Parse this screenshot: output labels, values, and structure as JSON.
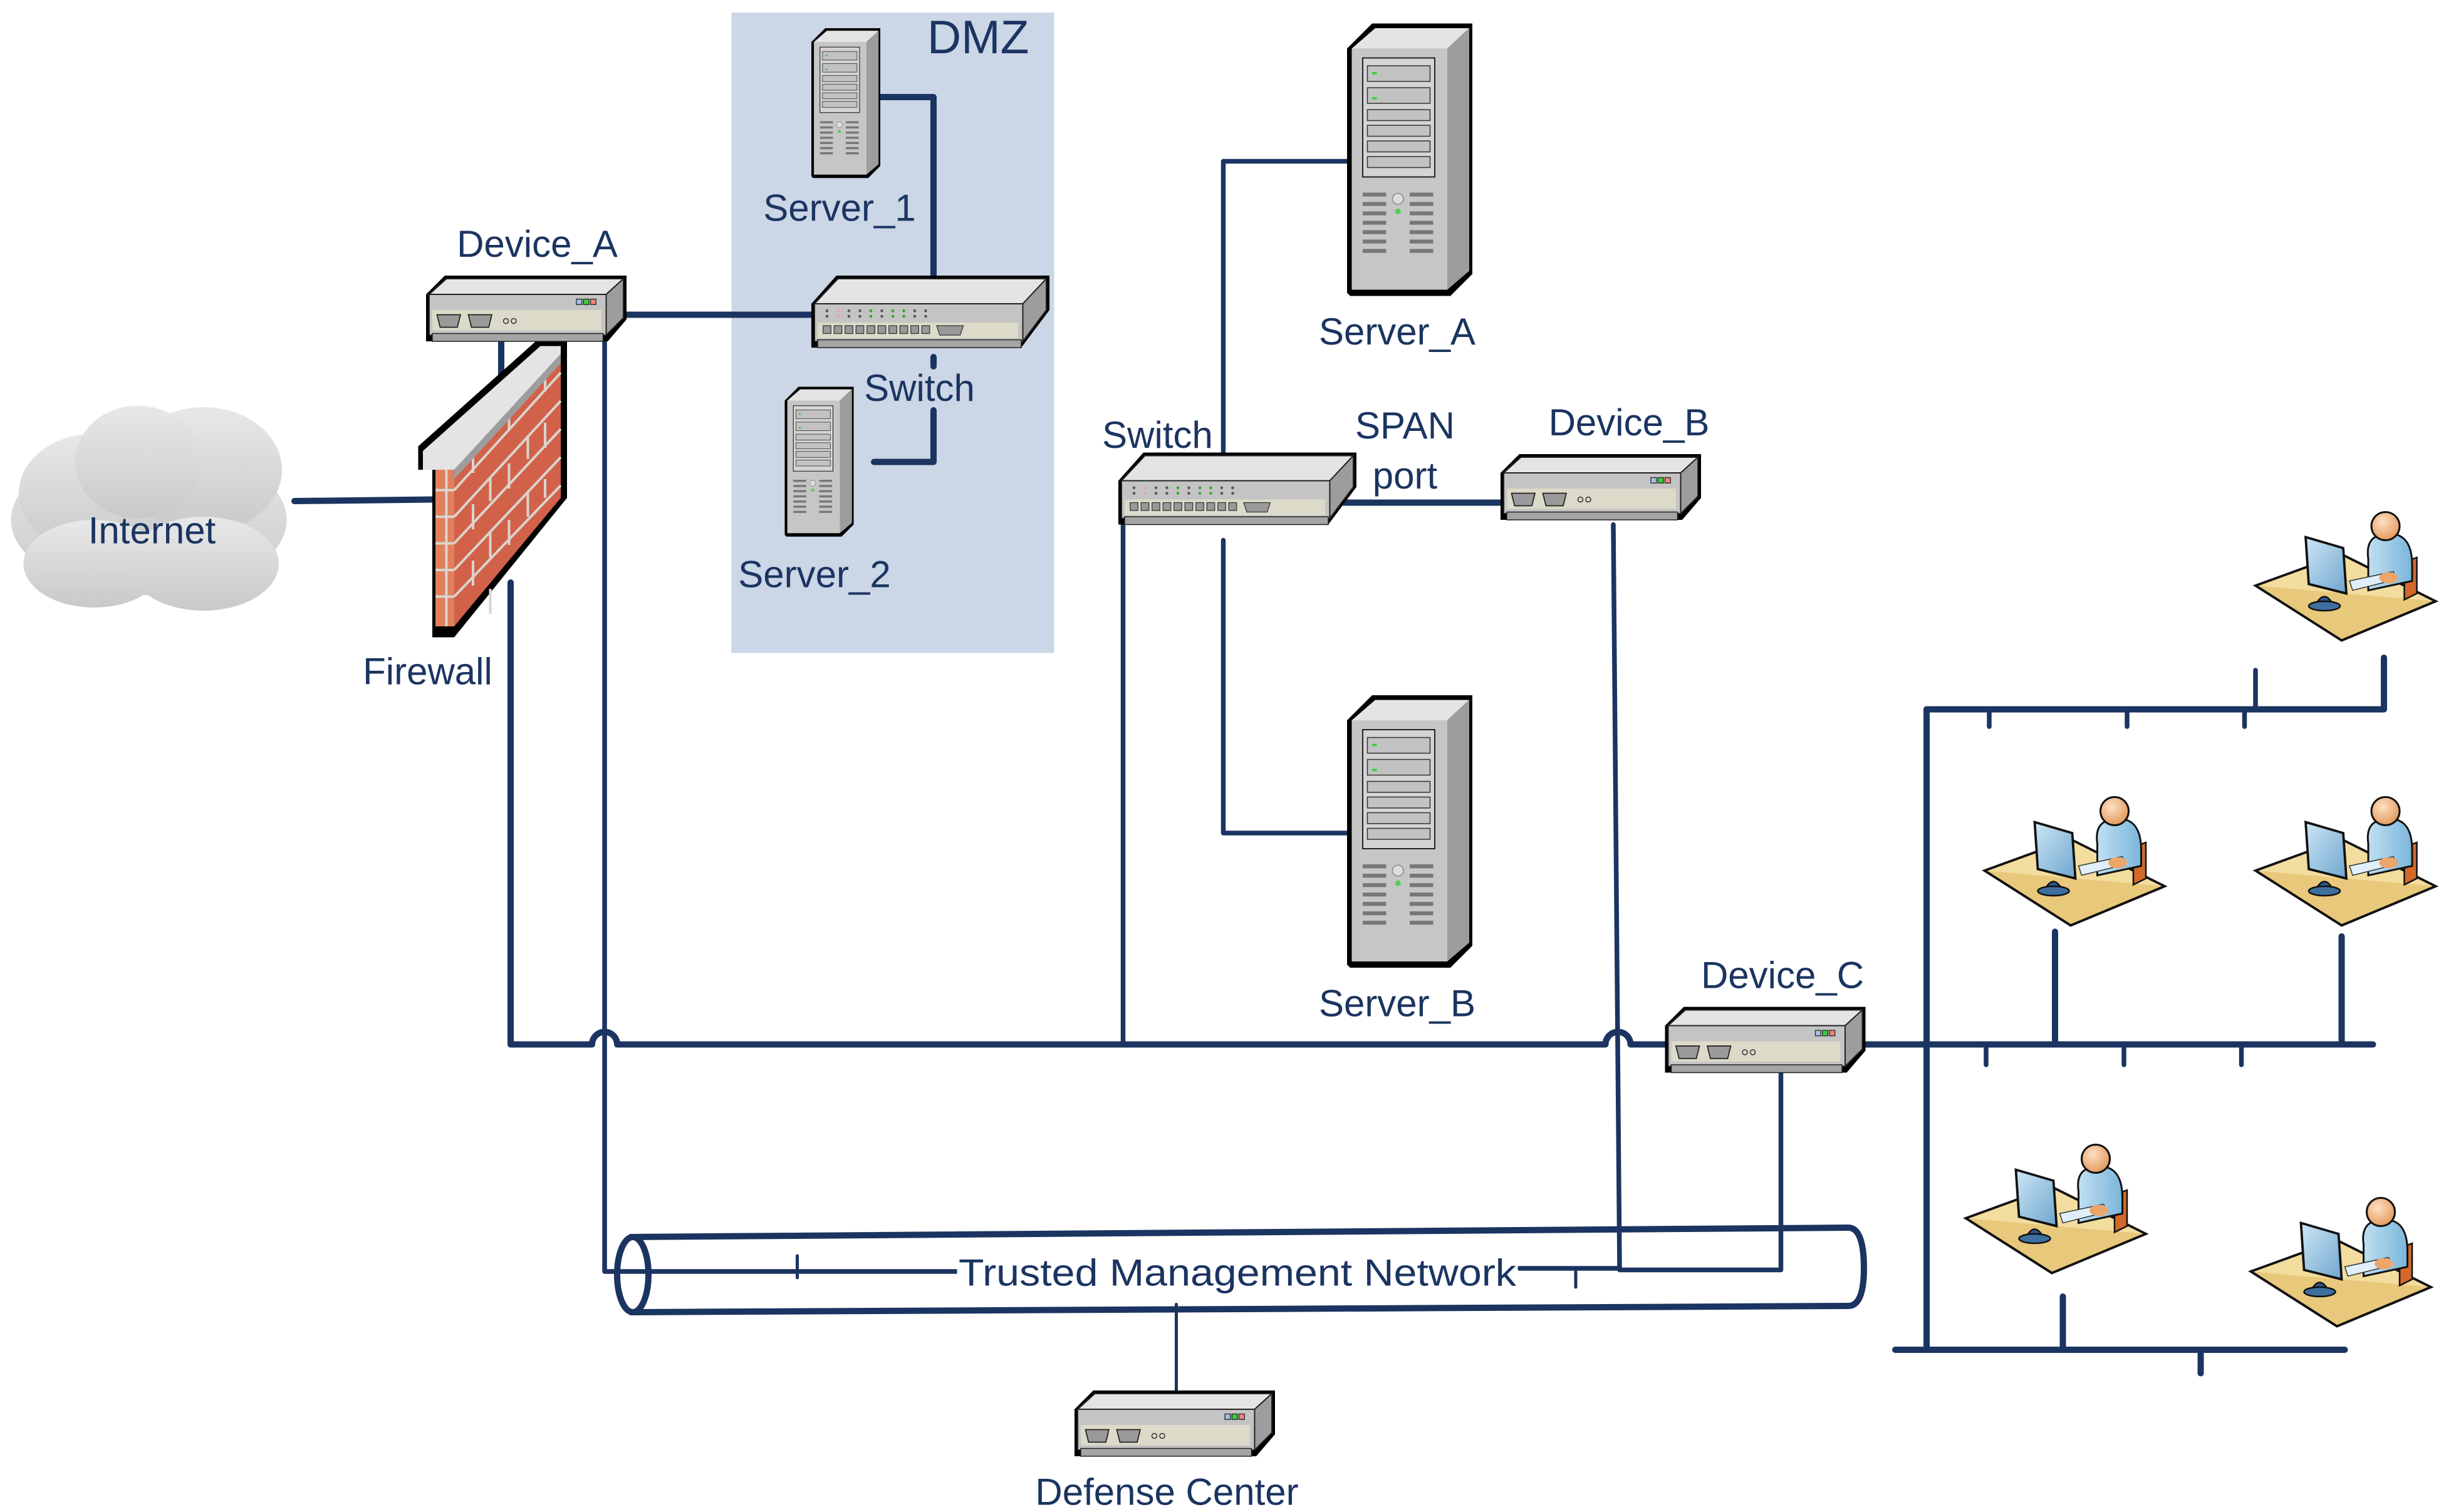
{
  "diagram": {
    "title": "Network deployment with Trusted Management Network",
    "colors": {
      "wire": "#1b3461",
      "dmz_zone": "#cbd6e6",
      "label": "#1b3461"
    },
    "zones": [
      {
        "id": "dmz",
        "label": "DMZ"
      }
    ],
    "nodes": {
      "internet": {
        "label": "Internet",
        "icon": "cloud-icon"
      },
      "firewall": {
        "label": "Firewall",
        "icon": "brick-firewall-icon"
      },
      "device_a": {
        "label": "Device_A",
        "icon": "sensor-appliance-icon"
      },
      "dmz_switch": {
        "label": "Switch",
        "icon": "network-switch-icon"
      },
      "server_1": {
        "label": "Server_1",
        "icon": "tower-server-icon"
      },
      "server_2": {
        "label": "Server_2",
        "icon": "tower-server-icon"
      },
      "server_a": {
        "label": "Server_A",
        "icon": "tower-server-icon"
      },
      "server_b": {
        "label": "Server_B",
        "icon": "tower-server-icon"
      },
      "core_switch": {
        "label": "Switch",
        "icon": "network-switch-icon"
      },
      "span_port": {
        "label_line1": "SPAN",
        "label_line2": "port"
      },
      "device_b": {
        "label": "Device_B",
        "icon": "sensor-appliance-icon"
      },
      "device_c": {
        "label": "Device_C",
        "icon": "sensor-appliance-icon"
      },
      "mgmt_network": {
        "label": "Trusted Management Network",
        "icon": "pipe-network-icon"
      },
      "defense_center": {
        "label": "Defense Center",
        "icon": "management-appliance-icon"
      },
      "workstations": [
        {
          "id": "ws1",
          "icon": "user-workstation-icon"
        },
        {
          "id": "ws2",
          "icon": "user-workstation-icon"
        },
        {
          "id": "ws3",
          "icon": "user-workstation-icon"
        },
        {
          "id": "ws4",
          "icon": "user-workstation-icon"
        },
        {
          "id": "ws5",
          "icon": "user-workstation-icon"
        }
      ]
    },
    "links": [
      [
        "internet",
        "firewall"
      ],
      [
        "firewall",
        "device_a"
      ],
      [
        "device_a",
        "dmz_switch"
      ],
      [
        "dmz_switch",
        "server_1"
      ],
      [
        "dmz_switch",
        "server_2"
      ],
      [
        "firewall",
        "core_switch"
      ],
      [
        "core_switch",
        "server_a"
      ],
      [
        "core_switch",
        "server_b"
      ],
      [
        "core_switch",
        "device_b"
      ],
      [
        "core_switch",
        "device_c"
      ],
      [
        "device_c",
        "workstations"
      ],
      [
        "device_a",
        "mgmt_network"
      ],
      [
        "device_b",
        "mgmt_network"
      ],
      [
        "device_c",
        "mgmt_network"
      ],
      [
        "mgmt_network",
        "defense_center"
      ]
    ]
  }
}
